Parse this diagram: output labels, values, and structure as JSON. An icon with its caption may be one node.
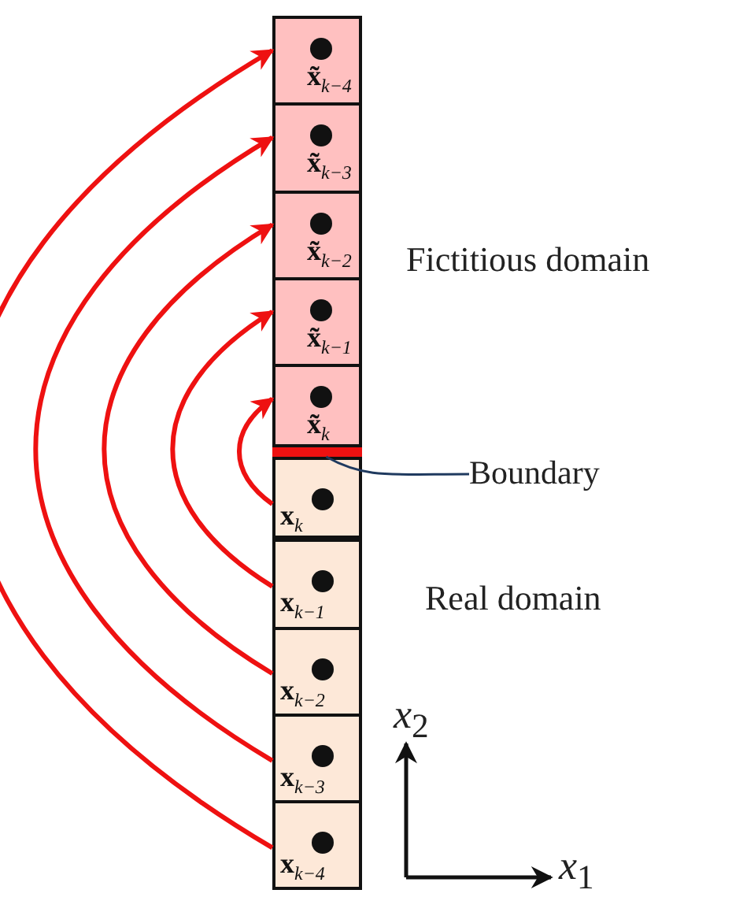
{
  "diagram": {
    "nodes": [
      {
        "text": [
          "**x̃**$_{k−4}$"
        ]
      },
      {
        "text": [
          "**x̃**$_{k−3}$"
        ]
      },
      {
        "text": [
          "**x̃**$_{k−2}$"
        ]
      },
      {
        "text": [
          "**x̃**$_{k−1}$"
        ]
      },
      {
        "text": [
          "**x̃**$_{k}$"
        ]
      },
      {
        "text": [],
        "shape": "bar"
      },
      {
        "text": [
          "Boundary"
        ]
      },
      {
        "text": [
          "**x**$_{k}$"
        ]
      },
      {
        "text": [
          "**x**$_{k−1}$"
        ]
      },
      {
        "text": [
          "**x**$_{k−2}$"
        ]
      },
      {
        "text": [
          "**x**$_{k−3}$"
        ]
      },
      {
        "text": [
          "**x**$_{k−4}$"
        ]
      }
    ],
    "edges": [
      {
        "from": 7,
        "to": 4,
        "arrow": "to"
      },
      {
        "from": 8,
        "to": 3,
        "arrow": "to"
      },
      {
        "from": 9,
        "to": 2,
        "arrow": "to"
      },
      {
        "from": 10,
        "to": 1,
        "arrow": "to"
      },
      {
        "from": 11,
        "to": 0,
        "arrow": "to"
      },
      {
        "from": 6,
        "to": 5,
        "arrow": "none",
        "color": "#1f3a5f"
      }
    ],
    "labels": [
      "Fictitious domain",
      "Real domain",
      "*x*$_{2}$",
      "*x*$_{1}$"
    ]
  }
}
